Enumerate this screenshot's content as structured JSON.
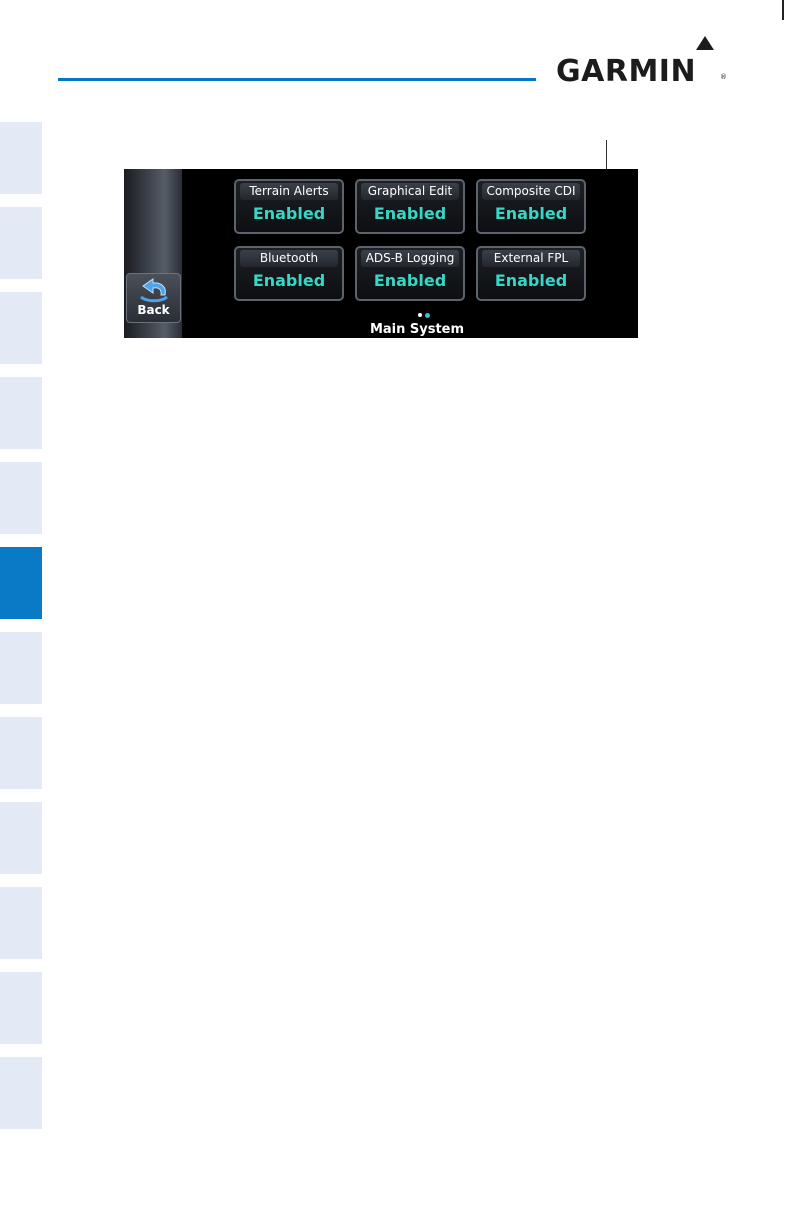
{
  "brand": {
    "name": "GARMIN",
    "registered": "®"
  },
  "colors": {
    "accent": "#0078c8",
    "tab": "#e4e9f6",
    "tab_active": "#0b7ac6",
    "value_text": "#38d6c4"
  },
  "side_tabs": {
    "count": 12,
    "active_index": 5
  },
  "screen": {
    "back_button": {
      "label": "Back",
      "icon": "back-arrow-icon"
    },
    "tiles": [
      {
        "title": "Terrain Alerts",
        "value": "Enabled"
      },
      {
        "title": "Graphical Edit",
        "value": "Enabled"
      },
      {
        "title": "Composite CDI",
        "value": "Enabled"
      },
      {
        "title": "Bluetooth",
        "value": "Enabled"
      },
      {
        "title": "ADS-B Logging",
        "value": "Enabled"
      },
      {
        "title": "External FPL",
        "value": "Enabled"
      }
    ],
    "page_indicator": {
      "pages": 2,
      "current": 2
    },
    "page_label": "Main System"
  }
}
